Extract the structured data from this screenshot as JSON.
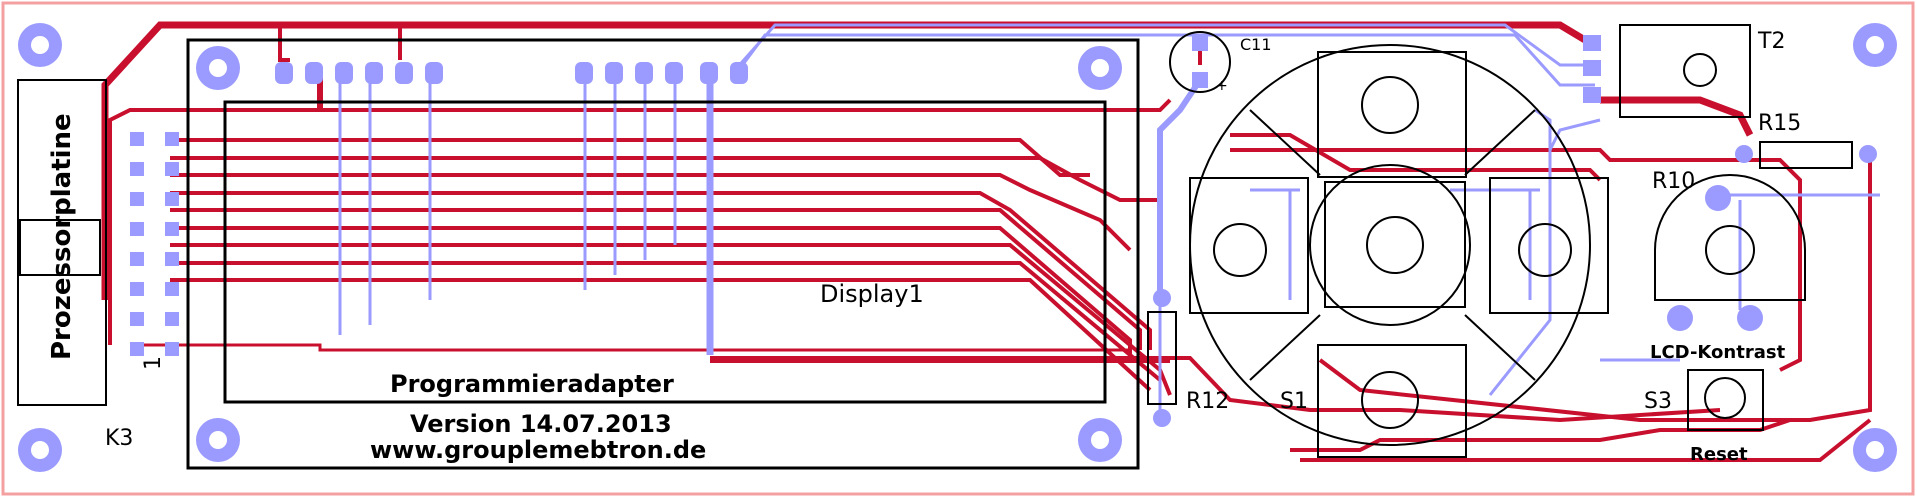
{
  "labels": {
    "display": "Display1",
    "title": "Programmieradapter",
    "version": "Version  14.07.2013",
    "url": "www.grouplemebtron.de",
    "connector": "Prozessorplatine",
    "k3": "K3",
    "pin1": "1",
    "c11": "C11",
    "plus": "+",
    "t2": "T2",
    "r15": "R15",
    "r10": "R10",
    "r12": "R12",
    "s1": "S1",
    "s3": "S3",
    "lcd_kontrast": "LCD-Kontrast",
    "reset": "Reset"
  },
  "colors": {
    "outline": "#f4a0a0",
    "copper_top": "#c8102e",
    "copper_bottom": "#9a9aff",
    "silk": "#000000"
  }
}
